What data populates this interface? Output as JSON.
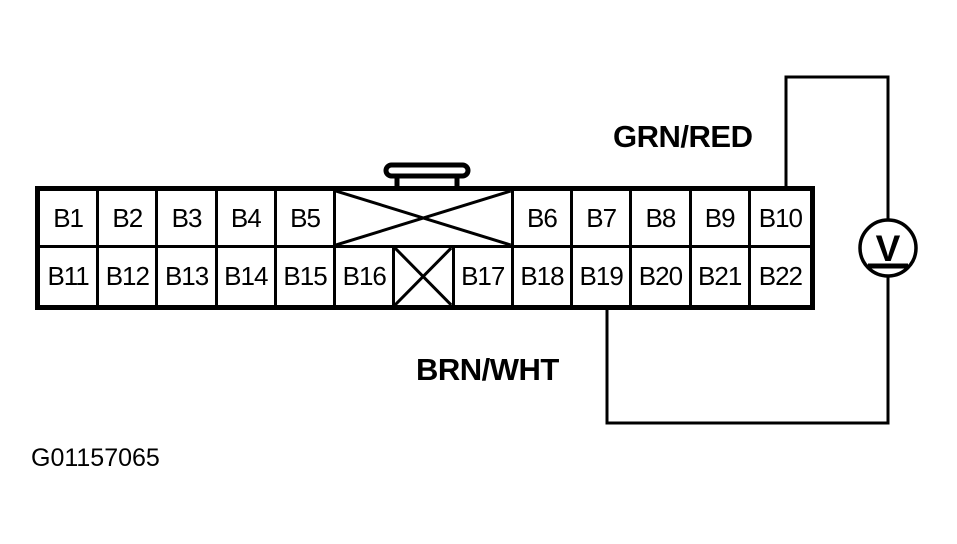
{
  "figure": {
    "id": "G01157065"
  },
  "connector": {
    "description": "22-pin ECM connector, B rows, rear view with locking tab",
    "rows": [
      {
        "cells": [
          {
            "label": "B1"
          },
          {
            "label": "B2"
          },
          {
            "label": "B3"
          },
          {
            "label": "B4"
          },
          {
            "label": "B5"
          },
          {
            "label": "",
            "blocked": true,
            "span": 3
          },
          {
            "label": "B6"
          },
          {
            "label": "B7"
          },
          {
            "label": "B8"
          },
          {
            "label": "B9"
          },
          {
            "label": "B10"
          }
        ]
      },
      {
        "cells": [
          {
            "label": "B11"
          },
          {
            "label": "B12"
          },
          {
            "label": "B13"
          },
          {
            "label": "B14"
          },
          {
            "label": "B15"
          },
          {
            "label": "B16"
          },
          {
            "label": "",
            "blocked": true,
            "span": 1
          },
          {
            "label": "B17"
          },
          {
            "label": "B18"
          },
          {
            "label": "B19"
          },
          {
            "label": "B20"
          },
          {
            "label": "B21"
          },
          {
            "label": "B22"
          }
        ]
      }
    ]
  },
  "wires": {
    "top": {
      "label": "GRN/RED",
      "from_pin": "B10",
      "to": "voltmeter"
    },
    "bottom": {
      "label": "BRN/WHT",
      "from_pin": "B19",
      "to": "voltmeter"
    }
  },
  "meter": {
    "type": "voltmeter",
    "symbol": "V"
  },
  "colors": {
    "line": "#000000",
    "background": "#ffffff"
  }
}
